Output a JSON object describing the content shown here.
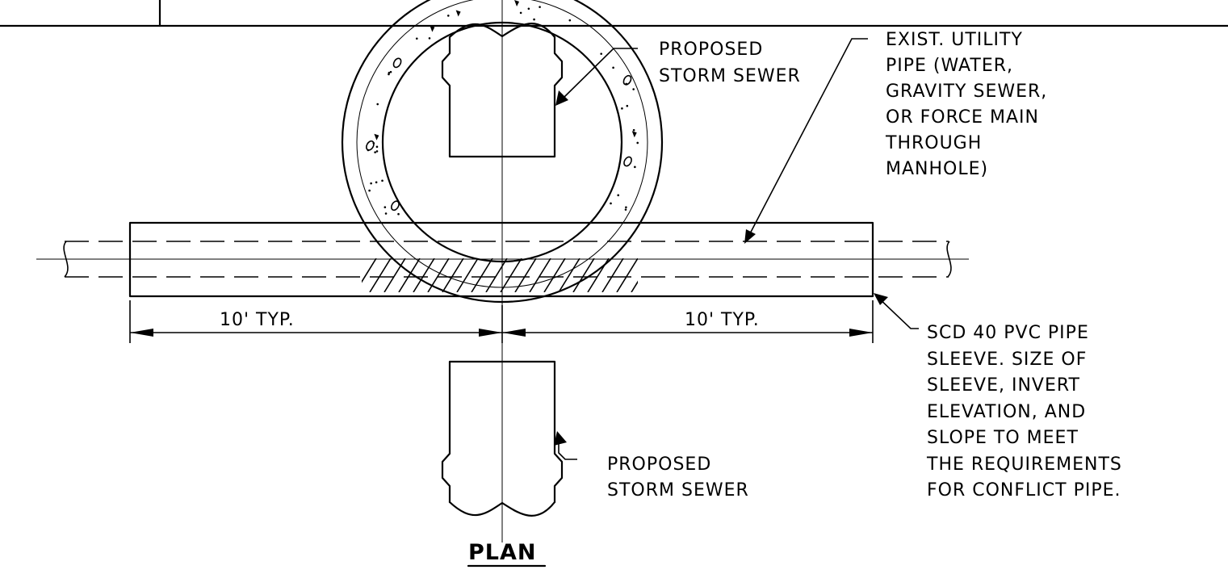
{
  "drawing": {
    "title": "PLAN",
    "labels": {
      "storm_top": [
        "PROPOSED",
        "STORM SEWER"
      ],
      "storm_bottom": [
        "PROPOSED",
        "STORM SEWER"
      ],
      "utility": [
        "EXIST. UTILITY",
        "PIPE (WATER,",
        "GRAVITY SEWER,",
        "OR FORCE MAIN",
        "THROUGH",
        "MANHOLE)"
      ],
      "sleeve": [
        "SCD 40 PVC PIPE",
        "SLEEVE. SIZE OF",
        "SLEEVE, INVERT",
        "ELEVATION, AND",
        "SLOPE TO MEET",
        "THE REQUIREMENTS",
        "FOR CONFLICT PIPE."
      ]
    },
    "dimensions": {
      "left": "10' TYP.",
      "right": "10' TYP."
    }
  }
}
